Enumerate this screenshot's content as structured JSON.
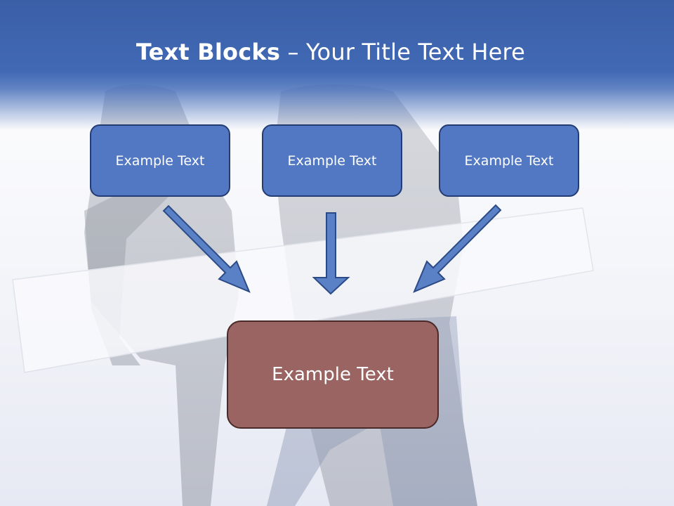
{
  "slide": {
    "title_bold": "Text Blocks",
    "title_rest": " – Your Title Text Here"
  },
  "diagram": {
    "top_blocks": [
      {
        "label": "Example Text"
      },
      {
        "label": "Example Text"
      },
      {
        "label": "Example Text"
      }
    ],
    "bottom_block": {
      "label": "Example Text"
    }
  },
  "colors": {
    "header": "#4169b4",
    "top_block_fill": "#5278c3",
    "top_block_border": "#243c74",
    "bottom_block_fill": "#996461",
    "arrow_fill": "#5a80c6"
  }
}
